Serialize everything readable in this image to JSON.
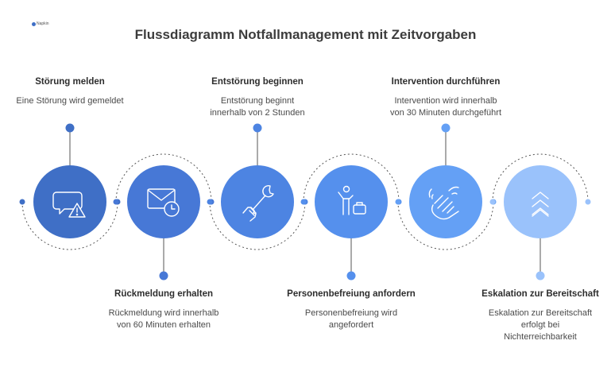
{
  "title": "Flussdiagramm Notfallmanagement mit Zeitvorgaben",
  "logo_text": "Napkin",
  "steps": [
    {
      "heading": "Störung melden",
      "desc": [
        "Eine Störung wird gemeldet"
      ],
      "color": "#3f6fc6",
      "icon": "chat-warning-icon",
      "label_position": "top"
    },
    {
      "heading": "Rückmeldung erhalten",
      "desc": [
        "Rückmeldung wird innerhalb",
        "von 60 Minuten erhalten"
      ],
      "color": "#4778d6",
      "icon": "mail-clock-icon",
      "label_position": "bottom"
    },
    {
      "heading": "Entstörung beginnen",
      "desc": [
        "Entstörung beginnt",
        "innerhalb von 2 Stunden"
      ],
      "color": "#4d84e2",
      "icon": "wrench-hand-icon",
      "label_position": "top"
    },
    {
      "heading": "Personenbefreiung anfordern",
      "desc": [
        "Personenbefreiung wird",
        "angefordert"
      ],
      "color": "#5590ed",
      "icon": "person-briefcase-icon",
      "label_position": "bottom"
    },
    {
      "heading": "Intervention durchführen",
      "desc": [
        "Intervention wird innerhalb",
        "von 30 Minuten durchgeführt"
      ],
      "color": "#64a0f5",
      "icon": "hand-wave-icon",
      "label_position": "top"
    },
    {
      "heading": "Eskalation zur Bereitschaft",
      "desc": [
        "Eskalation zur Bereitschaft",
        "erfolgt bei",
        "Nichterreichbarkeit"
      ],
      "color": "#9ac2fb",
      "icon": "chevrons-up-icon",
      "label_position": "bottom"
    }
  ]
}
